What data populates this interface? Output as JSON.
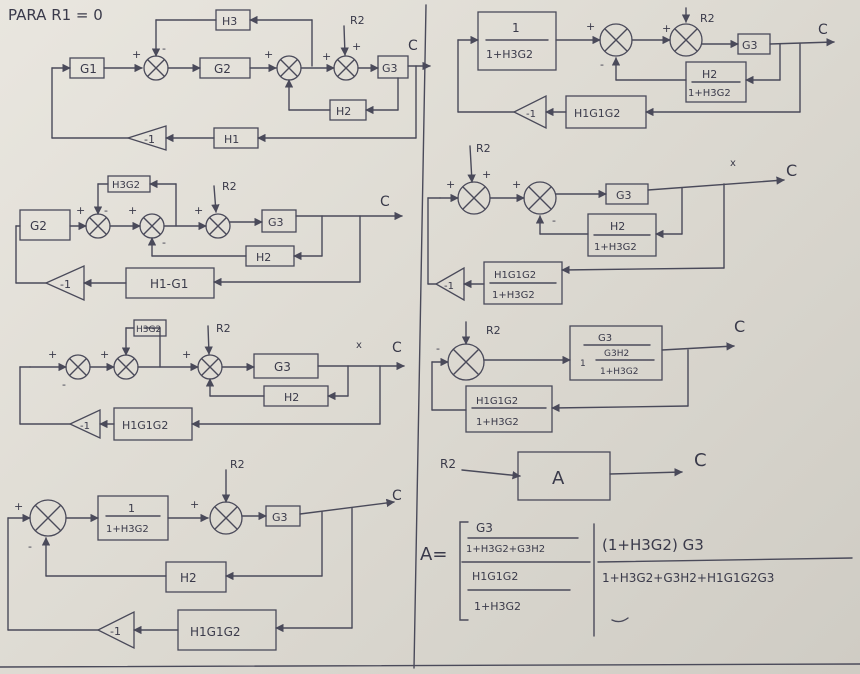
{
  "title": "PARA R1 = 0",
  "labels": {
    "out": "C",
    "r2": "R2",
    "plus": "+",
    "minus": "-",
    "x": "x",
    "g1": "G1",
    "g2": "G2",
    "g3": "G3",
    "h1": "H1",
    "h2": "H2",
    "h3": "H3",
    "h3g2": "H3G2",
    "neg1": "-1",
    "h1_minus_g1": "H1-G1",
    "h1g1g2": "H1G1G2",
    "one": "1",
    "one_plus_h3g2": "1+H3G2",
    "a": "A",
    "a_eq": "A=",
    "g3_plus_g3h2": "1+H3G2+G3H2",
    "g3h2": "G3H2",
    "final_num": "(1+H3G2) G3",
    "final_den": "1+H3G2+G3H2+H1G1G2G3"
  }
}
